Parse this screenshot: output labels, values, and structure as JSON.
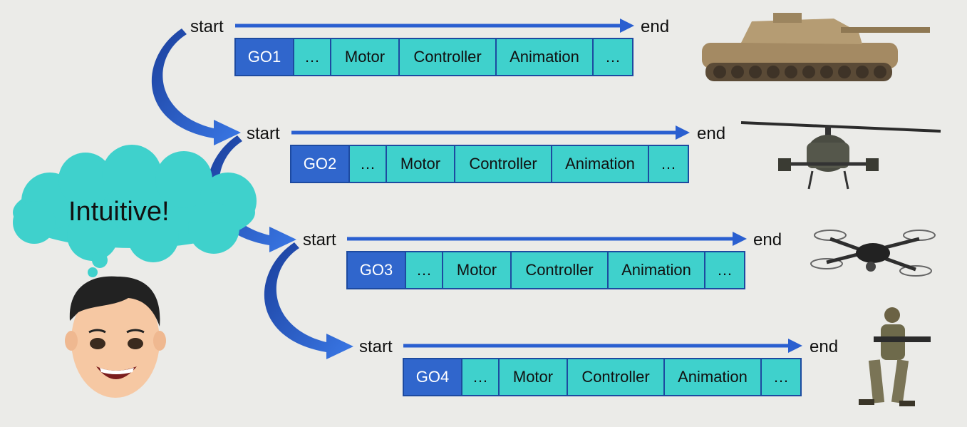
{
  "rows": [
    {
      "start": "start",
      "end": "end",
      "cells": [
        "GO1",
        "…",
        "Motor",
        "Controller",
        "Animation",
        "…"
      ],
      "image": "tank-icon"
    },
    {
      "start": "start",
      "end": "end",
      "cells": [
        "GO2",
        "…",
        "Motor",
        "Controller",
        "Animation",
        "…"
      ],
      "image": "helicopter-icon"
    },
    {
      "start": "start",
      "end": "end",
      "cells": [
        "GO3",
        "…",
        "Motor",
        "Controller",
        "Animation",
        "…"
      ],
      "image": "drone-icon"
    },
    {
      "start": "start",
      "end": "end",
      "cells": [
        "GO4",
        "…",
        "Motor",
        "Controller",
        "Animation",
        "…"
      ],
      "image": "soldier-icon"
    }
  ],
  "bubble": {
    "text": "Intuitive!"
  },
  "colors": {
    "arrow": "#2a5fd0",
    "go_cell": "#3066cc",
    "cell": "#3fd1cc",
    "cloud": "#3fd1cc",
    "border": "#1d4aa0",
    "background": "#ebebe8"
  }
}
